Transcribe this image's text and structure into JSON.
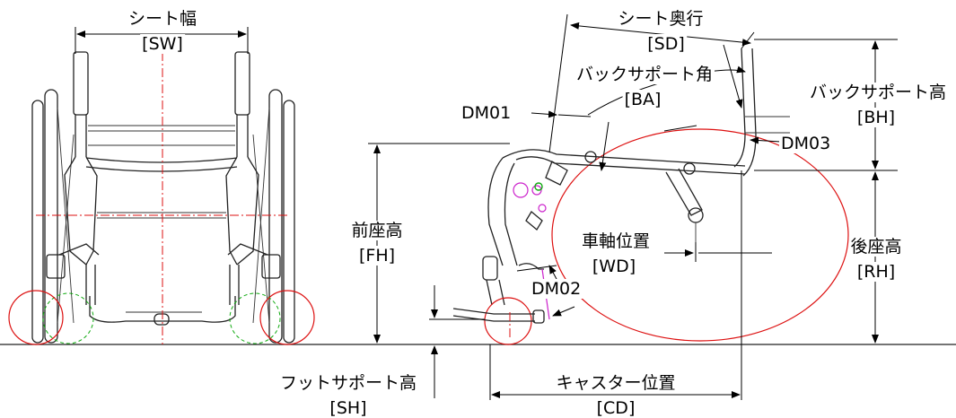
{
  "labels": {
    "seat_width": "シート幅",
    "seat_width_code": "[SW]",
    "seat_depth": "シート奥行",
    "seat_depth_code": "[SD]",
    "back_angle": "バックサポート角",
    "back_angle_code": "[BA]",
    "back_height": "バックサポート高",
    "back_height_code": "[BH]",
    "dm01": "DM01",
    "dm02": "DM02",
    "dm03": "DM03",
    "front_seat_height": "前座高",
    "front_seat_height_code": "[FH]",
    "rear_seat_height": "後座高",
    "rear_seat_height_code": "[RH]",
    "wheel_axle_position": "車軸位置",
    "wheel_axle_position_code": "[WD]",
    "foot_support_height": "フットサポート高",
    "foot_support_height_code": "[SH]",
    "caster_position": "キャスター位置",
    "caster_position_code": "[CD]"
  },
  "colors": {
    "line": "#222222",
    "centerline": "#dd1111",
    "caster_guide": "#11aa11",
    "linkage": "#cc22cc"
  }
}
